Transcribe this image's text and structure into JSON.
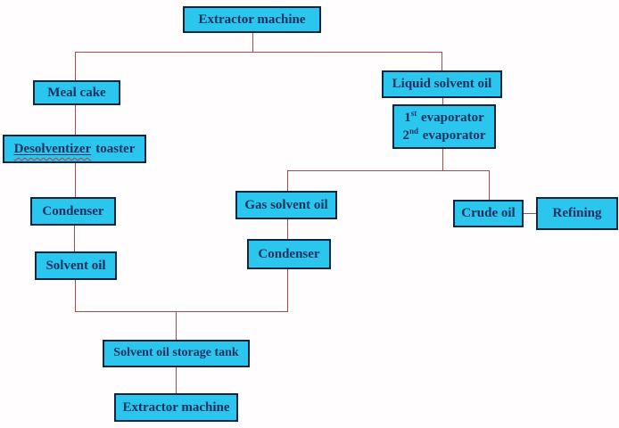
{
  "diagram": {
    "type": "flowchart",
    "subject": "solvent-oil-extraction-process",
    "colors": {
      "node_fill": "#2bc6ee",
      "node_border": "#0d2545",
      "node_text": "#16305f",
      "connector": "#a84848",
      "spellcheck_squiggle": "#d03535",
      "background": "#fffdfd"
    },
    "nodes": [
      {
        "id": "extractor-machine-top",
        "label": "Extractor machine"
      },
      {
        "id": "meal-cake",
        "label": "Meal cake"
      },
      {
        "id": "liquid-solvent-oil",
        "label": "Liquid solvent oil"
      },
      {
        "id": "desolventizer-toaster",
        "misspelled_word": "Desolventizer",
        "rest": "toaster"
      },
      {
        "id": "evaporators",
        "line1": {
          "num": "1",
          "sup": "st",
          "rest": " evaporator"
        },
        "line2": {
          "num": "2",
          "sup": "nd",
          "rest": " evaporator"
        }
      },
      {
        "id": "condenser-left",
        "label": "Condenser"
      },
      {
        "id": "gas-solvent-oil",
        "label": "Gas solvent oil"
      },
      {
        "id": "crude-oil",
        "label": "Crude oil"
      },
      {
        "id": "refining",
        "label": "Refining"
      },
      {
        "id": "solvent-oil",
        "label": "Solvent oil"
      },
      {
        "id": "condenser-center",
        "label": "Condenser"
      },
      {
        "id": "solvent-oil-storage-tank",
        "label": "Solvent oil storage tank"
      },
      {
        "id": "extractor-machine-bottom",
        "label": "Extractor machine"
      }
    ],
    "edges": [
      "Extractor machine -> Meal cake",
      "Extractor machine -> Liquid solvent oil",
      "Meal cake -> Desolventizer toaster",
      "Desolventizer toaster -> Condenser",
      "Condenser -> Solvent oil",
      "Liquid solvent oil -> 1st/2nd evaporator",
      "1st/2nd evaporator -> Gas solvent oil",
      "1st/2nd evaporator -> Crude oil",
      "Crude oil -> Refining",
      "Gas solvent oil -> Condenser",
      "Solvent oil -> Solvent oil storage tank",
      "Condenser -> Solvent oil storage tank",
      "Solvent oil storage tank -> Extractor machine"
    ]
  }
}
